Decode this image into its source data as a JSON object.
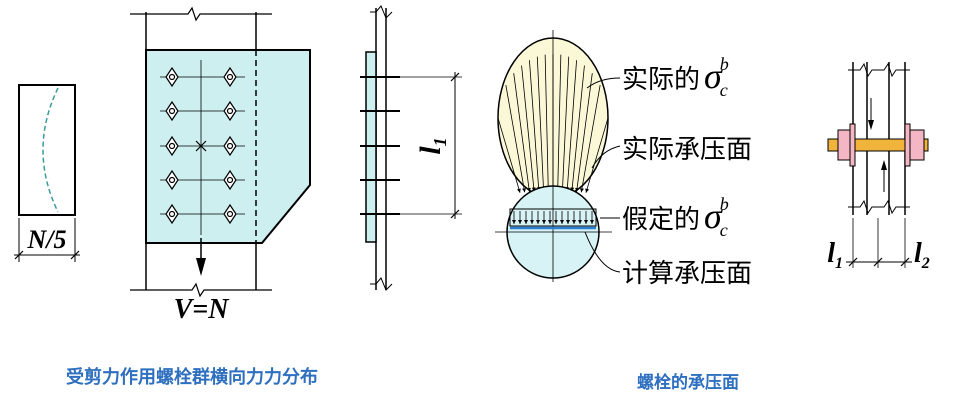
{
  "labels": {
    "n5": "N/5",
    "vn": "V=N",
    "l1_plate": "l",
    "l1_plate_sub": "1",
    "actual_sigma_text": "实际的",
    "actual_surface": "实际承压面",
    "assumed_sigma_text": "假定的",
    "calc_surface": "计算承压面",
    "sigma": "σ",
    "sigma_sub": "c",
    "sigma_sup": "b",
    "l1_bolt": "l",
    "l1_bolt_sub": "1",
    "l2_bolt": "l",
    "l2_bolt_sub": "2"
  },
  "captions": {
    "left": "受剪力作用螺栓群横向力力分布",
    "right": "螺栓的承压面"
  },
  "colors": {
    "caption": "#2e6fbf",
    "plate_fill": "#cdeff0",
    "ellipse_fill": "#fbf8d8",
    "bolt_shank": "#f0b43c",
    "washer": "#f4b6c4",
    "bearing_line": "#2a7fd0",
    "curve_dash": "#3a9a9a"
  }
}
